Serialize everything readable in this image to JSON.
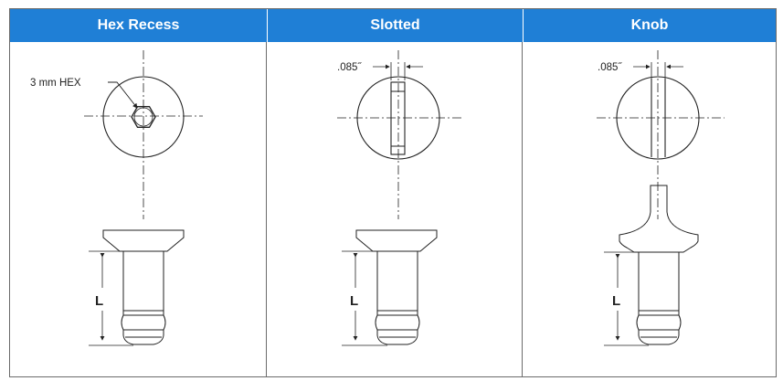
{
  "columns": [
    {
      "header": "Hex Recess"
    },
    {
      "header": "Slotted"
    },
    {
      "header": "Knob"
    }
  ],
  "annotations": {
    "hex_label": "3 mm HEX",
    "slot_width_slotted": ".085˝",
    "slot_width_knob": ".085˝",
    "length_label_1": "L",
    "length_label_2": "L",
    "length_label_3": "L"
  },
  "colors": {
    "header_bg": "#1f7fd6",
    "header_text": "#ffffff",
    "line": "#222222"
  }
}
